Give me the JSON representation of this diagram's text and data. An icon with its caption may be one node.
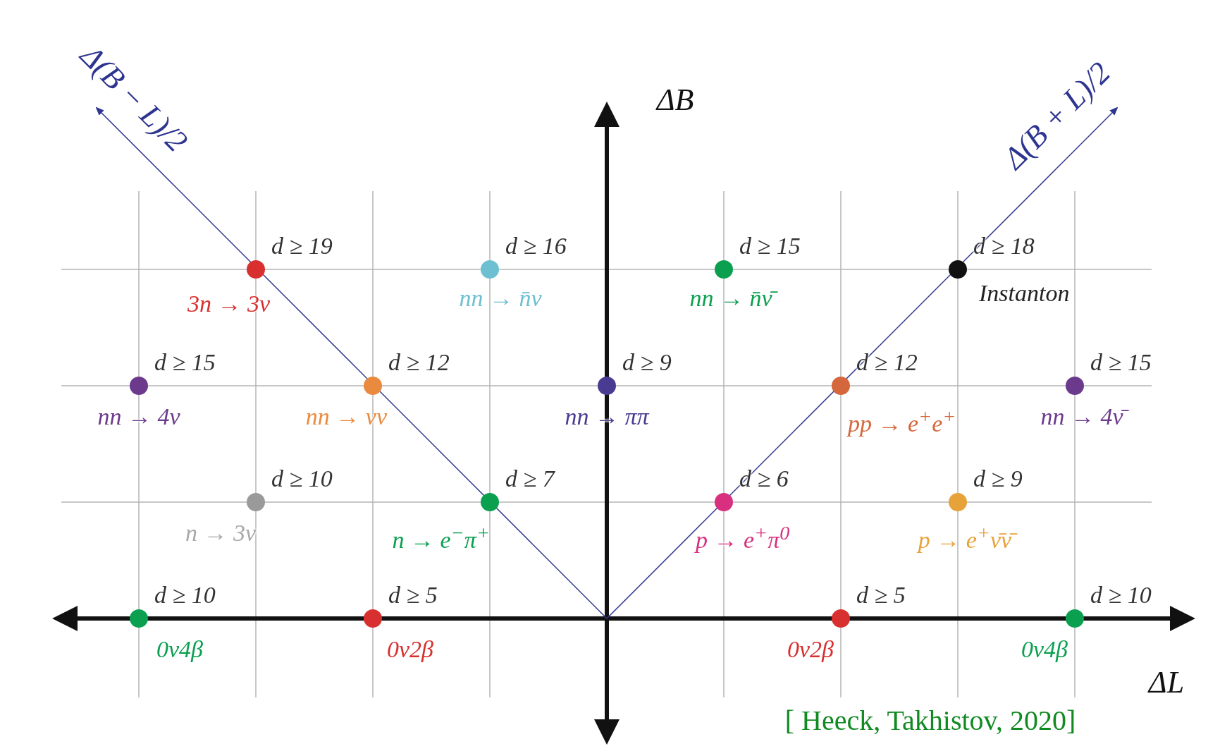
{
  "diagram": {
    "nodes": [
      {
        "text": [],
        "shape": "circle",
        "beside": [
          "d ≥ 19",
          "3n → 3ν"
        ]
      },
      {
        "text": [],
        "shape": "circle",
        "beside": [
          "d ≥ 16",
          "nn → n̄ν"
        ]
      },
      {
        "text": [],
        "shape": "circle",
        "beside": [
          "d ≥ 15",
          "nn → n̄ν̄"
        ]
      },
      {
        "text": [],
        "shape": "circle",
        "beside": [
          "d ≥ 18",
          "Instanton"
        ]
      },
      {
        "text": [],
        "shape": "circle",
        "beside": [
          "d ≥ 15",
          "nn → 4ν"
        ]
      },
      {
        "text": [],
        "shape": "circle",
        "beside": [
          "d ≥ 12",
          "nn → νν"
        ]
      },
      {
        "text": [],
        "shape": "circle",
        "beside": [
          "d ≥ 9",
          "nn → ππ"
        ]
      },
      {
        "text": [],
        "shape": "circle",
        "beside": [
          "d ≥ 12",
          "pp → e$^{+}$e$^{+}$"
        ]
      },
      {
        "text": [],
        "shape": "circle",
        "beside": [
          "d ≥ 15",
          "nn → 4ν̄"
        ]
      },
      {
        "text": [],
        "shape": "circle",
        "beside": [
          "d ≥ 10",
          "n → 3ν"
        ]
      },
      {
        "text": [],
        "shape": "circle",
        "beside": [
          "d ≥ 7",
          "n → e$^{−}$π$^{+}$"
        ]
      },
      {
        "text": [],
        "shape": "circle",
        "beside": [
          "d ≥ 6",
          "p → e$^{+}$π$^{0}$"
        ]
      },
      {
        "text": [],
        "shape": "circle",
        "beside": [
          "d ≥ 9",
          "p → e$^{+}$ν̄ν̄"
        ]
      },
      {
        "text": [],
        "shape": "circle",
        "beside": [
          "d ≥ 10",
          "0ν4β"
        ]
      },
      {
        "text": [],
        "shape": "circle",
        "beside": [
          "d ≥ 5",
          "0ν2β"
        ]
      },
      {
        "text": [],
        "shape": "circle",
        "beside": [
          "d ≥ 5",
          "0ν2β"
        ]
      },
      {
        "text": [],
        "shape": "circle",
        "beside": [
          "d ≥ 10",
          "0ν4β"
        ]
      }
    ],
    "edges": [],
    "labels": [
      "Δ(B − L)/2",
      "ΔB",
      "Δ(B + L)/2",
      "ΔL",
      "[ Heeck, Takhistov, 2020]"
    ]
  }
}
